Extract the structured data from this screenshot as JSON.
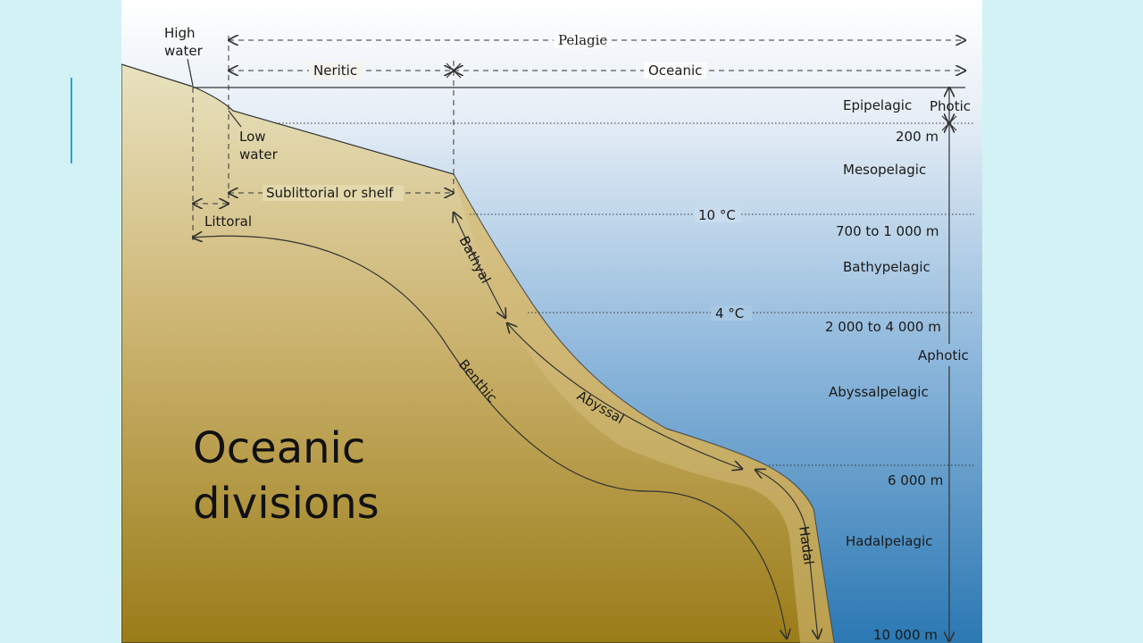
{
  "title": {
    "line1": "Oceanic",
    "line2": "divisions"
  },
  "horizontal": {
    "high_water": [
      "High",
      "water"
    ],
    "low_water": [
      "Low",
      "water"
    ],
    "pelagic": "Pelagic",
    "neritic": "Neritic",
    "oceanic": "Oceanic",
    "sublittoral": "Sublittorial or shelf",
    "littoral": "Littoral"
  },
  "benthic": {
    "bathyal": "Bathyal",
    "benthic": "Benthic",
    "abyssal": "Abyssal",
    "hadal": "Hadal"
  },
  "pelagic_zones": {
    "epipelagic": "Epipelagic",
    "mesopelagic": "Mesopelagic",
    "bathypelagic": "Bathypelagic",
    "abyssalpelagic": "Abyssalpelagic",
    "hadalpelagic": "Hadalpelagic"
  },
  "depths": {
    "d200": "200 m",
    "d700": "700 to 1 000 m",
    "d2000": "2 000 to 4 000 m",
    "d6000": "6 000 m",
    "d10000": "10 000 m"
  },
  "temperatures": {
    "t10": "10 °C",
    "t4": "4 °C"
  },
  "light": {
    "photic": "Photic",
    "aphotic": "Aphotic"
  },
  "colors": {
    "background": "#d3f2f6",
    "accent": "#2aa3c8",
    "sea_top": "#ffffff",
    "sea_bottom": "#2b78b3",
    "land_top": "#e8e0bd",
    "land_bottom": "#9a7c18",
    "slope": "#d3bb7a"
  }
}
